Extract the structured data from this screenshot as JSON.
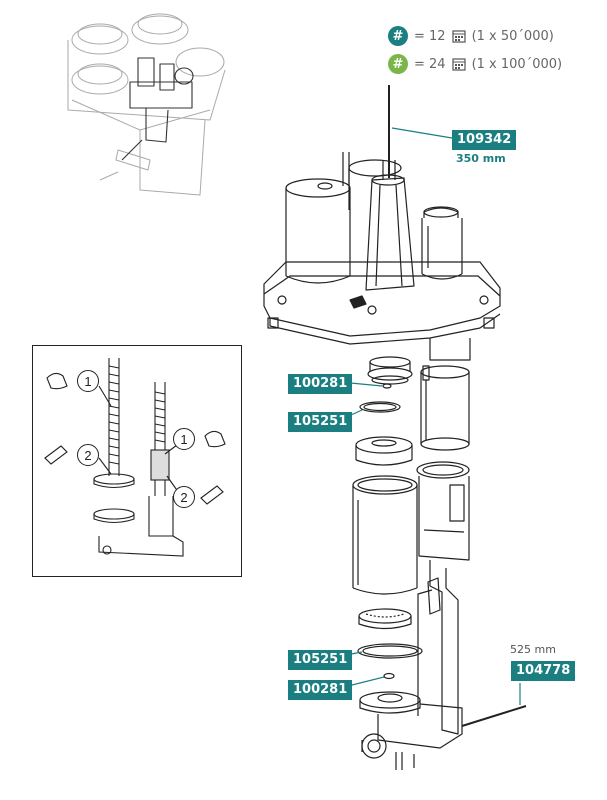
{
  "legend": [
    {
      "symbol": "#",
      "value": "= 12",
      "interval": "(1 x 50´000)",
      "color": "#1b7f82"
    },
    {
      "symbol": "#",
      "value": "= 24",
      "interval": "(1 x 100´000)",
      "color": "#7ab648"
    }
  ],
  "parts": [
    {
      "number": "109342",
      "note": "350 mm"
    },
    {
      "number": "100281"
    },
    {
      "number": "105251"
    },
    {
      "number": "105251"
    },
    {
      "number": "100281"
    },
    {
      "number": "104778",
      "note": "525 mm"
    }
  ],
  "detail_steps": [
    "1",
    "2",
    "1",
    "2"
  ],
  "colors": {
    "tag": "#1b7f82",
    "line": "#222222"
  }
}
